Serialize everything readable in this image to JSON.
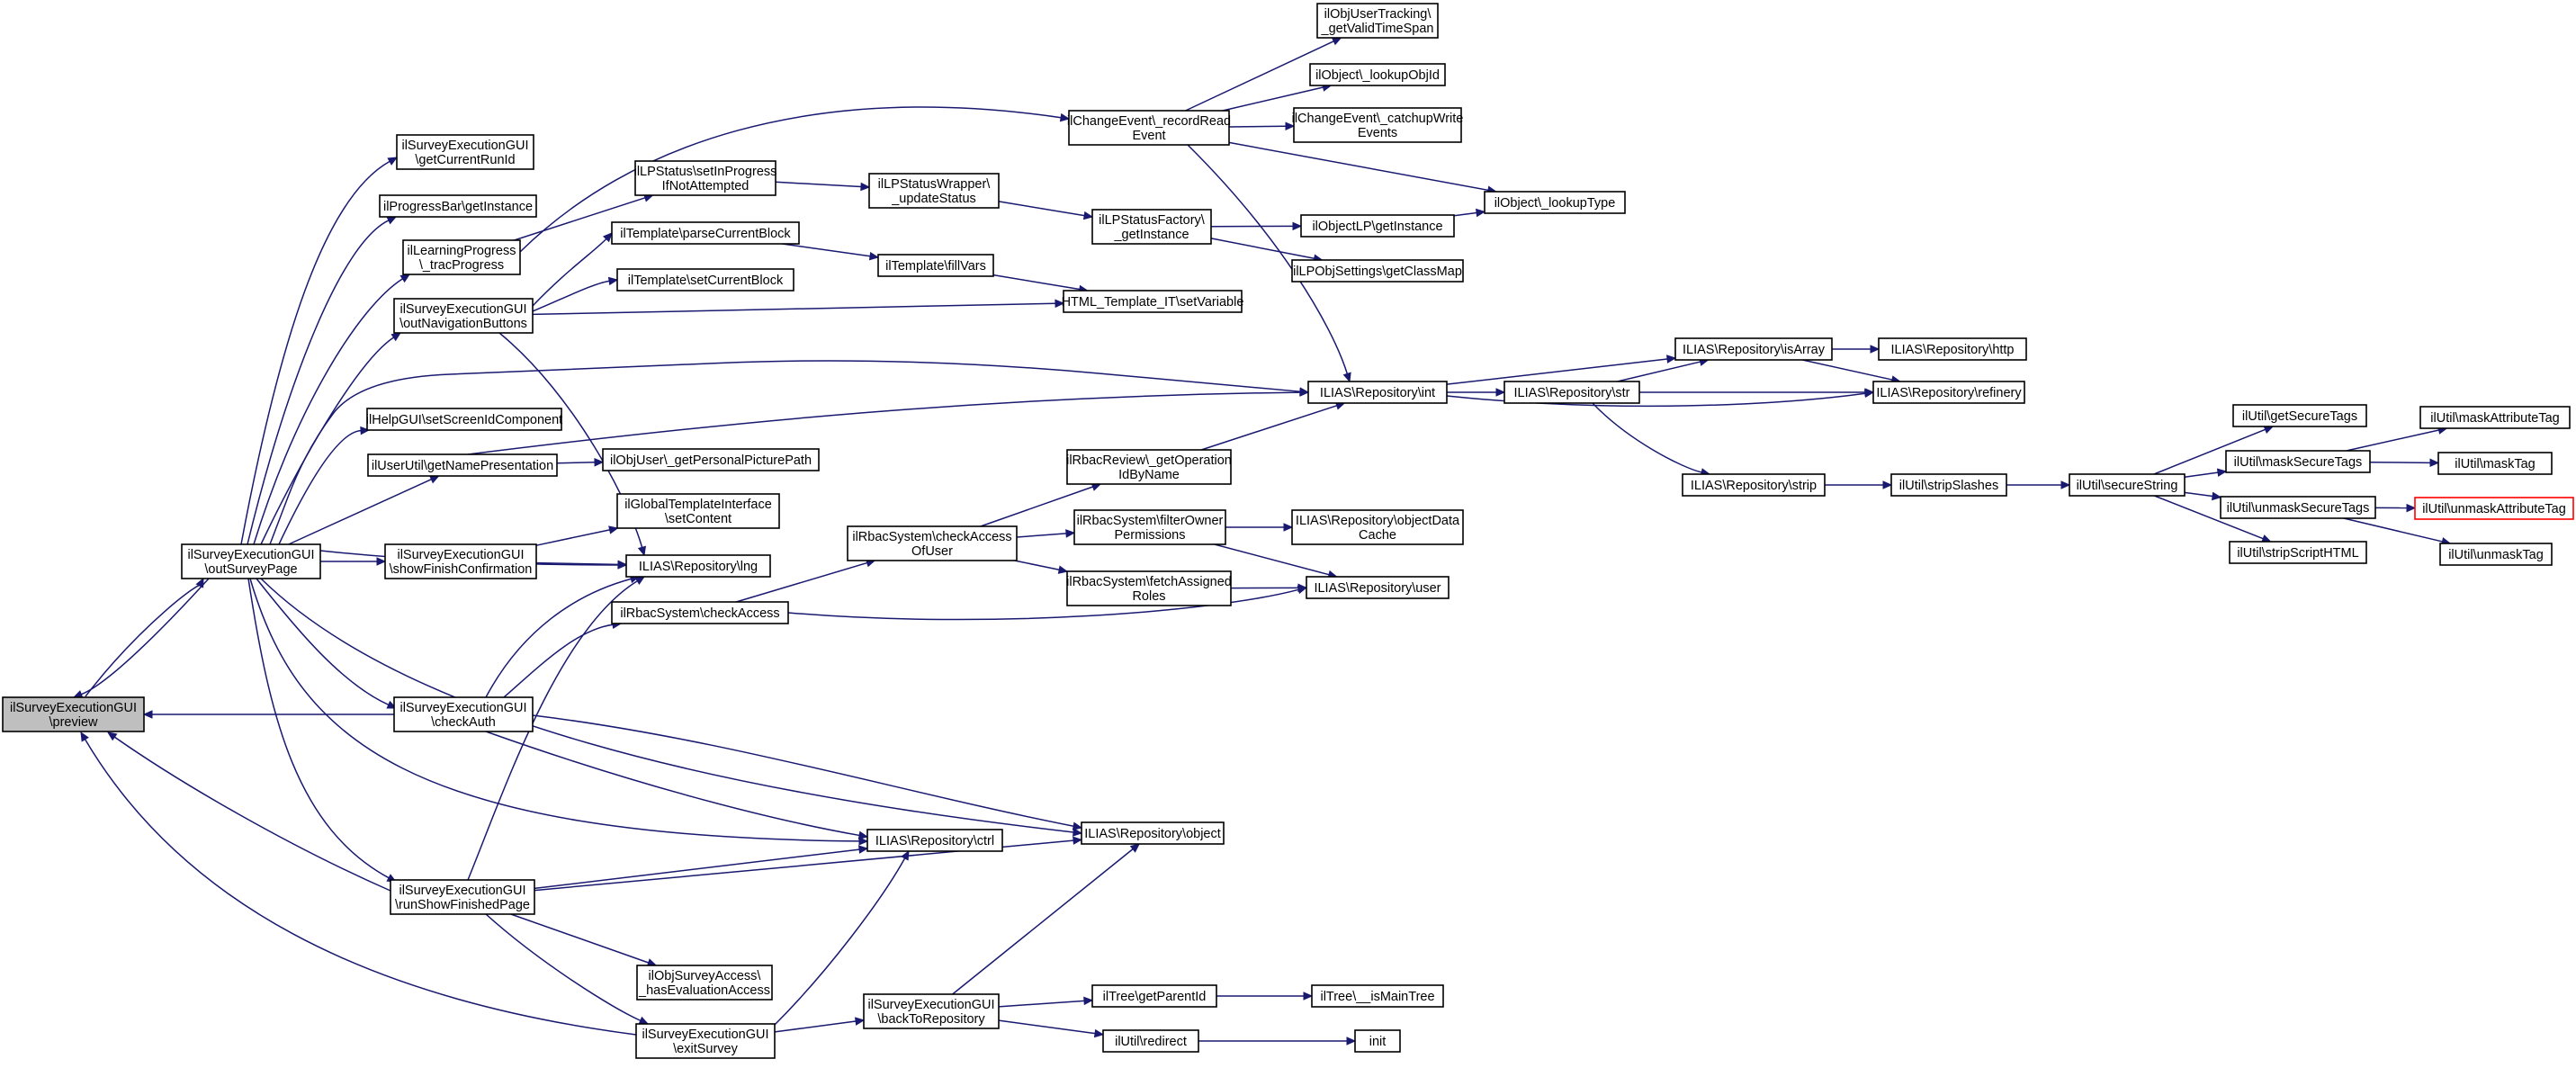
{
  "nodes": {
    "preview": {
      "lines": [
        "ilSurveyExecutionGUI",
        "\\preview"
      ],
      "style": "root"
    },
    "outSurveyPage": {
      "lines": [
        "ilSurveyExecutionGUI",
        "\\outSurveyPage"
      ]
    },
    "checkAuth": {
      "lines": [
        "ilSurveyExecutionGUI",
        "\\checkAuth"
      ]
    },
    "runShowFinishedPage": {
      "lines": [
        "ilSurveyExecutionGUI",
        "\\runShowFinishedPage"
      ]
    },
    "exitSurvey": {
      "lines": [
        "ilSurveyExecutionGUI",
        "\\exitSurvey"
      ]
    },
    "getCurrentRunId": {
      "lines": [
        "ilSurveyExecutionGUI",
        "\\getCurrentRunId"
      ]
    },
    "progressBar": {
      "lines": [
        "ilProgressBar\\getInstance"
      ]
    },
    "tracProgress": {
      "lines": [
        "ilLearningProgress",
        "\\_tracProgress"
      ]
    },
    "outNavigationButtons": {
      "lines": [
        "ilSurveyExecutionGUI",
        "\\outNavigationButtons"
      ]
    },
    "helpGUI": {
      "lines": [
        "ilHelpGUI\\setScreenIdComponent"
      ]
    },
    "getNamePresentation": {
      "lines": [
        "ilUserUtil\\getNamePresentation"
      ]
    },
    "showFinishConfirmation": {
      "lines": [
        "ilSurveyExecutionGUI",
        "\\showFinishConfirmation"
      ]
    },
    "lpStatusSet": {
      "lines": [
        "ilLPStatus\\setInProgress",
        "IfNotAttempted"
      ]
    },
    "parseCurrentBlock": {
      "lines": [
        "ilTemplate\\parseCurrentBlock"
      ]
    },
    "setCurrentBlock": {
      "lines": [
        "ilTemplate\\setCurrentBlock"
      ]
    },
    "getPersonalPicturePath": {
      "lines": [
        "ilObjUser\\_getPersonalPicturePath"
      ]
    },
    "setContent": {
      "lines": [
        "ilGlobalTemplateInterface",
        "\\setContent"
      ]
    },
    "lng": {
      "lines": [
        "ILIAS\\Repository\\lng"
      ]
    },
    "checkAccess": {
      "lines": [
        "ilRbacSystem\\checkAccess"
      ]
    },
    "hasEvaluationAccess": {
      "lines": [
        "ilObjSurveyAccess\\",
        "_hasEvaluationAccess"
      ]
    },
    "ctrl": {
      "lines": [
        "ILIAS\\Repository\\ctrl"
      ]
    },
    "backToRepository": {
      "lines": [
        "ilSurveyExecutionGUI",
        "\\backToRepository"
      ]
    },
    "checkAccessOfUser": {
      "lines": [
        "ilRbacSystem\\checkAccess",
        "OfUser"
      ]
    },
    "updateStatus": {
      "lines": [
        "ilLPStatusWrapper\\",
        "_updateStatus"
      ]
    },
    "fillVars": {
      "lines": [
        "ilTemplate\\fillVars"
      ]
    },
    "recordReadEvent": {
      "lines": [
        "ilChangeEvent\\_recordRead",
        "Event"
      ]
    },
    "lpStatusFactory": {
      "lines": [
        "ilLPStatusFactory\\",
        "_getInstance"
      ]
    },
    "setVariable": {
      "lines": [
        "HTML_Template_IT\\setVariable"
      ]
    },
    "getOperationIdByName": {
      "lines": [
        "ilRbacReview\\_getOperation",
        "IdByName"
      ]
    },
    "filterOwnerPermissions": {
      "lines": [
        "ilRbacSystem\\filterOwner",
        "Permissions"
      ]
    },
    "fetchAssignedRoles": {
      "lines": [
        "ilRbacSystem\\fetchAssigned",
        "Roles"
      ]
    },
    "object": {
      "lines": [
        "ILIAS\\Repository\\object"
      ]
    },
    "getParentId": {
      "lines": [
        "ilTree\\getParentId"
      ]
    },
    "redirect": {
      "lines": [
        "ilUtil\\redirect"
      ]
    },
    "getValidTimeSpan": {
      "lines": [
        "ilObjUserTracking\\",
        "_getValidTimeSpan"
      ]
    },
    "lookupObjId": {
      "lines": [
        "ilObject\\_lookupObjId"
      ]
    },
    "catchupWriteEvents": {
      "lines": [
        "ilChangeEvent\\_catchupWrite",
        "Events"
      ]
    },
    "objectLPGetInstance": {
      "lines": [
        "ilObjectLP\\getInstance"
      ]
    },
    "getClassMap": {
      "lines": [
        "ilLPObjSettings\\getClassMap"
      ]
    },
    "repoInt": {
      "lines": [
        "ILIAS\\Repository\\int"
      ]
    },
    "objectDataCache": {
      "lines": [
        "ILIAS\\Repository\\objectData",
        "Cache"
      ]
    },
    "user": {
      "lines": [
        "ILIAS\\Repository\\user"
      ]
    },
    "isMainTree": {
      "lines": [
        "ilTree\\__isMainTree"
      ]
    },
    "init": {
      "lines": [
        "init"
      ]
    },
    "lookupType": {
      "lines": [
        "ilObject\\_lookupType"
      ]
    },
    "isArray": {
      "lines": [
        "ILIAS\\Repository\\isArray"
      ]
    },
    "repoStr": {
      "lines": [
        "ILIAS\\Repository\\str"
      ]
    },
    "repoStrip": {
      "lines": [
        "ILIAS\\Repository\\strip"
      ]
    },
    "http": {
      "lines": [
        "ILIAS\\Repository\\http"
      ]
    },
    "refinery": {
      "lines": [
        "ILIAS\\Repository\\refinery"
      ]
    },
    "stripSlashes": {
      "lines": [
        "ilUtil\\stripSlashes"
      ]
    },
    "secureString": {
      "lines": [
        "ilUtil\\secureString"
      ]
    },
    "getSecureTags": {
      "lines": [
        "ilUtil\\getSecureTags"
      ]
    },
    "maskSecureTags": {
      "lines": [
        "ilUtil\\maskSecureTags"
      ]
    },
    "unmaskSecureTags": {
      "lines": [
        "ilUtil\\unmaskSecureTags"
      ]
    },
    "stripScriptHTML": {
      "lines": [
        "ilUtil\\stripScriptHTML"
      ]
    },
    "maskAttributeTag": {
      "lines": [
        "ilUtil\\maskAttributeTag"
      ]
    },
    "maskTag": {
      "lines": [
        "ilUtil\\maskTag"
      ]
    },
    "unmaskAttributeTag": {
      "lines": [
        "ilUtil\\unmaskAttributeTag"
      ],
      "style": "red"
    },
    "unmaskTag": {
      "lines": [
        "ilUtil\\unmaskTag"
      ]
    }
  },
  "edges": [
    [
      "preview",
      "outSurveyPage"
    ],
    [
      "outSurveyPage",
      "preview"
    ],
    [
      "checkAuth",
      "preview"
    ],
    [
      "runShowFinishedPage",
      "preview"
    ],
    [
      "exitSurvey",
      "preview"
    ],
    [
      "outSurveyPage",
      "getCurrentRunId"
    ],
    [
      "outSurveyPage",
      "progressBar"
    ],
    [
      "outSurveyPage",
      "tracProgress"
    ],
    [
      "outSurveyPage",
      "outNavigationButtons"
    ],
    [
      "outSurveyPage",
      "helpGUI"
    ],
    [
      "outSurveyPage",
      "getNamePresentation"
    ],
    [
      "outSurveyPage",
      "showFinishConfirmation"
    ],
    [
      "outSurveyPage",
      "checkAuth"
    ],
    [
      "outSurveyPage",
      "runShowFinishedPage"
    ],
    [
      "outSurveyPage",
      "lng"
    ],
    [
      "outSurveyPage",
      "repoInt"
    ],
    [
      "outSurveyPage",
      "ctrl"
    ],
    [
      "outSurveyPage",
      "object"
    ],
    [
      "tracProgress",
      "lpStatusSet"
    ],
    [
      "tracProgress",
      "recordReadEvent"
    ],
    [
      "outNavigationButtons",
      "parseCurrentBlock"
    ],
    [
      "outNavigationButtons",
      "setCurrentBlock"
    ],
    [
      "outNavigationButtons",
      "setVariable"
    ],
    [
      "outNavigationButtons",
      "lng"
    ],
    [
      "getNamePresentation",
      "getPersonalPicturePath"
    ],
    [
      "getNamePresentation",
      "repoInt"
    ],
    [
      "showFinishConfirmation",
      "setContent"
    ],
    [
      "showFinishConfirmation",
      "lng"
    ],
    [
      "checkAuth",
      "lng"
    ],
    [
      "checkAuth",
      "checkAccess"
    ],
    [
      "checkAuth",
      "ctrl"
    ],
    [
      "checkAuth",
      "object"
    ],
    [
      "runShowFinishedPage",
      "lng"
    ],
    [
      "runShowFinishedPage",
      "ctrl"
    ],
    [
      "runShowFinishedPage",
      "object"
    ],
    [
      "runShowFinishedPage",
      "hasEvaluationAccess"
    ],
    [
      "runShowFinishedPage",
      "exitSurvey"
    ],
    [
      "exitSurvey",
      "ctrl"
    ],
    [
      "exitSurvey",
      "backToRepository"
    ],
    [
      "lpStatusSet",
      "updateStatus"
    ],
    [
      "updateStatus",
      "lpStatusFactory"
    ],
    [
      "parseCurrentBlock",
      "fillVars"
    ],
    [
      "fillVars",
      "setVariable"
    ],
    [
      "checkAccess",
      "checkAccessOfUser"
    ],
    [
      "checkAccess",
      "user"
    ],
    [
      "checkAccessOfUser",
      "getOperationIdByName"
    ],
    [
      "checkAccessOfUser",
      "filterOwnerPermissions"
    ],
    [
      "checkAccessOfUser",
      "fetchAssignedRoles"
    ],
    [
      "getOperationIdByName",
      "repoInt"
    ],
    [
      "filterOwnerPermissions",
      "objectDataCache"
    ],
    [
      "filterOwnerPermissions",
      "user"
    ],
    [
      "fetchAssignedRoles",
      "user"
    ],
    [
      "backToRepository",
      "object"
    ],
    [
      "backToRepository",
      "getParentId"
    ],
    [
      "backToRepository",
      "redirect"
    ],
    [
      "getParentId",
      "isMainTree"
    ],
    [
      "redirect",
      "init"
    ],
    [
      "recordReadEvent",
      "getValidTimeSpan"
    ],
    [
      "recordReadEvent",
      "lookupObjId"
    ],
    [
      "recordReadEvent",
      "catchupWriteEvents"
    ],
    [
      "recordReadEvent",
      "lookupType"
    ],
    [
      "recordReadEvent",
      "repoInt"
    ],
    [
      "lpStatusFactory",
      "objectLPGetInstance"
    ],
    [
      "lpStatusFactory",
      "getClassMap"
    ],
    [
      "objectLPGetInstance",
      "lookupType"
    ],
    [
      "repoInt",
      "isArray"
    ],
    [
      "repoInt",
      "repoStr"
    ],
    [
      "repoInt",
      "refinery"
    ],
    [
      "repoStr",
      "isArray"
    ],
    [
      "repoStr",
      "refinery"
    ],
    [
      "repoStr",
      "repoStrip"
    ],
    [
      "isArray",
      "http"
    ],
    [
      "isArray",
      "refinery"
    ],
    [
      "repoStrip",
      "stripSlashes"
    ],
    [
      "stripSlashes",
      "secureString"
    ],
    [
      "secureString",
      "getSecureTags"
    ],
    [
      "secureString",
      "maskSecureTags"
    ],
    [
      "secureString",
      "unmaskSecureTags"
    ],
    [
      "secureString",
      "stripScriptHTML"
    ],
    [
      "maskSecureTags",
      "maskAttributeTag"
    ],
    [
      "maskSecureTags",
      "maskTag"
    ],
    [
      "unmaskSecureTags",
      "unmaskAttributeTag"
    ],
    [
      "unmaskSecureTags",
      "unmaskTag"
    ]
  ],
  "colors": {
    "edge": "#191970",
    "root_fill": "#bfbfbf",
    "highlight_border": "#ff0000"
  }
}
